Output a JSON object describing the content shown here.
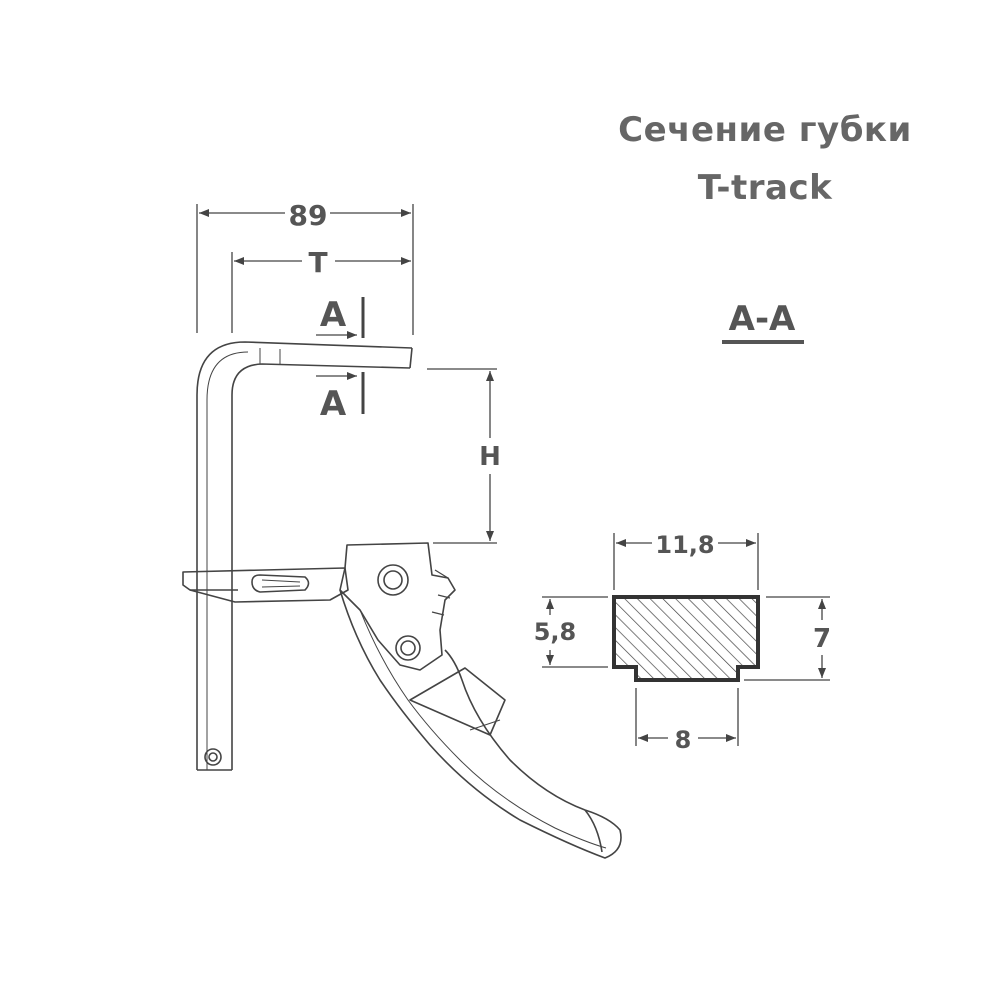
{
  "title": {
    "line1": "Сечение губки",
    "line2": "T-track"
  },
  "section_label": "A-A",
  "dimensions": {
    "overall_width": "89",
    "throat": "T",
    "height": "H",
    "section_marker": "A",
    "profile_top_width": "11,8",
    "profile_bottom_width": "8",
    "profile_shoulder_height": "5,8",
    "profile_total_height": "7"
  },
  "colors": {
    "line": "#444444",
    "text": "#555555",
    "title": "#666666"
  }
}
